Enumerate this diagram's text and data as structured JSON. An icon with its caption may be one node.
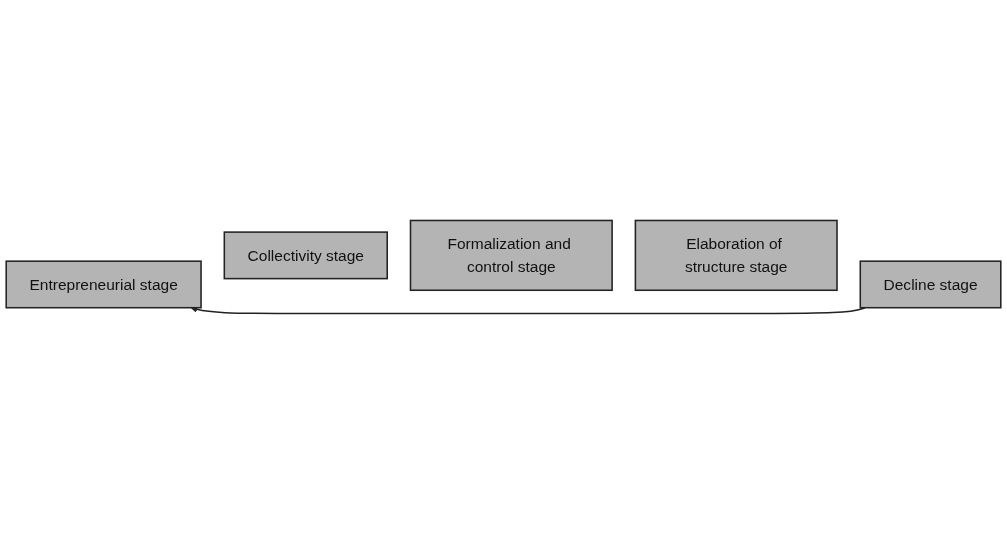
{
  "diagram": {
    "nodes": [
      {
        "text": [
          "Entrepreneurial stage"
        ]
      },
      {
        "text": [
          "Collectivity stage"
        ]
      },
      {
        "text": [
          "Formalization and control stage"
        ]
      },
      {
        "text": [
          "Elaboration of structure stage"
        ]
      },
      {
        "text": [
          "Decline stage"
        ]
      }
    ],
    "edges": [
      {
        "from": 4,
        "to": 0,
        "arrow": "to"
      }
    ]
  }
}
